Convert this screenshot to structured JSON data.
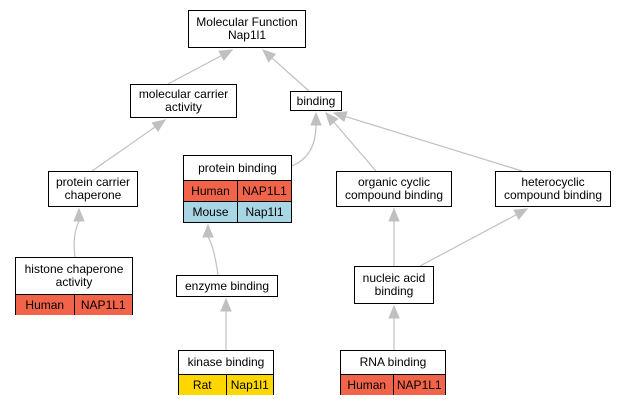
{
  "colors": {
    "edge": "#c0c0c0",
    "human": "#f26449",
    "mouse": "#a9d6e5",
    "rat": "#ffd700"
  },
  "nodes": {
    "mf_root": {
      "label": "Molecular Function\nNap1l1"
    },
    "carrier": {
      "label": "molecular carrier\nactivity"
    },
    "binding": {
      "label": "binding"
    },
    "protein_carrier": {
      "label": "protein carrier\nchaperone"
    },
    "protein_binding": {
      "label": "protein binding",
      "rows": [
        {
          "species": "Human",
          "gene": "NAP1L1",
          "color_key": "human"
        },
        {
          "species": "Mouse",
          "gene": "Nap1l1",
          "color_key": "mouse"
        }
      ]
    },
    "organic": {
      "label": "organic cyclic\ncompound binding"
    },
    "heterocyclic": {
      "label": "heterocyclic\ncompound binding"
    },
    "histone": {
      "label": "histone chaperone\nactivity",
      "rows": [
        {
          "species": "Human",
          "gene": "NAP1L1",
          "color_key": "human"
        }
      ]
    },
    "enzyme": {
      "label": "enzyme binding"
    },
    "nucleic": {
      "label": "nucleic acid\nbinding"
    },
    "kinase": {
      "label": "kinase binding",
      "rows": [
        {
          "species": "Rat",
          "gene": "Nap1l1",
          "color_key": "rat"
        }
      ]
    },
    "rna": {
      "label": "RNA binding",
      "rows": [
        {
          "species": "Human",
          "gene": "NAP1L1",
          "color_key": "human"
        }
      ]
    }
  },
  "edges": [
    {
      "from": "carrier",
      "to": "mf_root"
    },
    {
      "from": "binding",
      "to": "mf_root"
    },
    {
      "from": "protein_carrier",
      "to": "carrier"
    },
    {
      "from": "protein_binding",
      "to": "binding"
    },
    {
      "from": "organic",
      "to": "binding"
    },
    {
      "from": "heterocyclic",
      "to": "binding"
    },
    {
      "from": "histone",
      "to": "protein_carrier"
    },
    {
      "from": "enzyme",
      "to": "protein_binding"
    },
    {
      "from": "nucleic",
      "to": "organic"
    },
    {
      "from": "nucleic",
      "to": "heterocyclic"
    },
    {
      "from": "kinase",
      "to": "enzyme"
    },
    {
      "from": "rna",
      "to": "nucleic"
    }
  ]
}
